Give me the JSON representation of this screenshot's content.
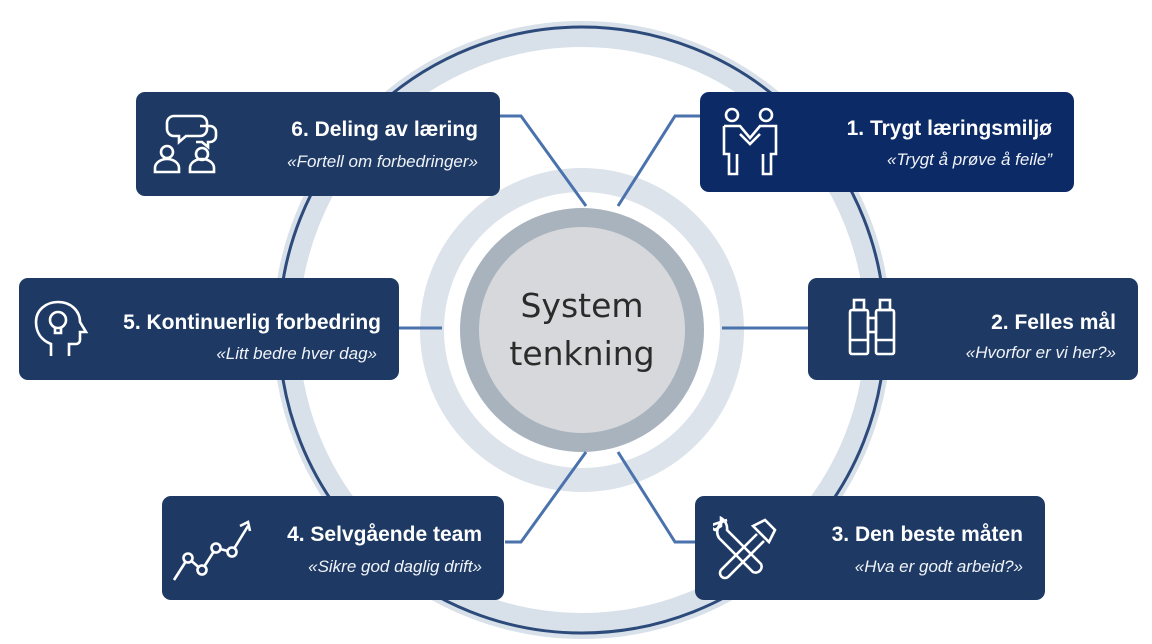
{
  "center": {
    "line1": "System",
    "line2": "tenkning"
  },
  "cards": [
    {
      "id": "1",
      "title": "1. Trygt læringsmiljø",
      "subtitle": "«Trygt å prøve å feile”",
      "icon": "handshake-people-icon"
    },
    {
      "id": "2",
      "title": "2. Felles mål",
      "subtitle": "«Hvorfor er vi her?»",
      "icon": "binoculars-icon"
    },
    {
      "id": "3",
      "title": "3. Den beste måten",
      "subtitle": "«Hva er godt arbeid?»",
      "icon": "wrench-hammer-icon"
    },
    {
      "id": "4",
      "title": "4. Selvgående team",
      "subtitle": "«Sikre god daglig drift»",
      "icon": "trend-up-icon"
    },
    {
      "id": "5",
      "title": "5. Kontinuerlig forbedring",
      "subtitle": "«Litt bedre hver dag»",
      "icon": "head-lightbulb-icon"
    },
    {
      "id": "6",
      "title": "6. Deling av læring",
      "subtitle": "«Fortell om forbedringer»",
      "icon": "people-chat-icon"
    }
  ],
  "colors": {
    "card": "#1e3a64",
    "card_highlight": "#0c2a66",
    "connector": "#4a72ad",
    "ring": "#d8e0ea"
  }
}
